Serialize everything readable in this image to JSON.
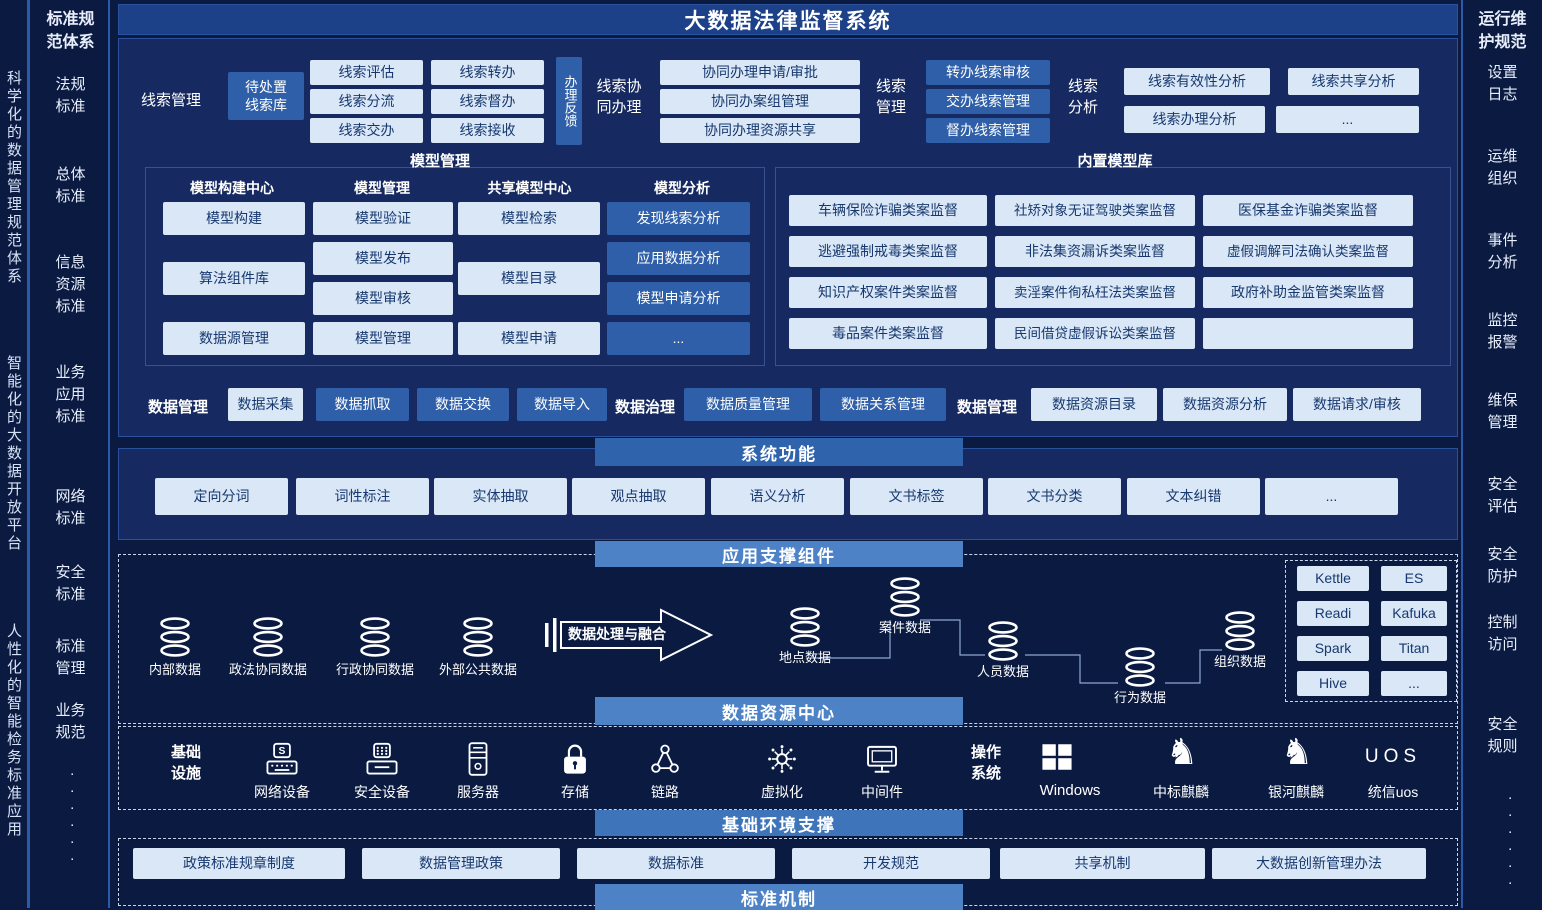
{
  "colors": {
    "page_bg": "#0a1a41",
    "panel_bg": "#162a61",
    "light_box": "#d9e7f6",
    "blue_box": "#2e5fa8",
    "section_header": "#4d83c6",
    "title_bar": "#1d4189"
  },
  "title": "大数据法律监督系统",
  "left_strip": {
    "phrases": [
      "科学化的数据管理规范体系",
      "智能化的大数据开放平台",
      "人性化的智能检务标准应用"
    ]
  },
  "standards_col": {
    "header": "标准规\n范体系",
    "items": [
      "法规\n标准",
      "总体\n标准",
      "信息\n资源\n标准",
      "业务\n应用\n标准",
      "网络\n标准",
      "安全\n标准",
      "标准\n管理",
      "业务\n规范",
      "......"
    ]
  },
  "ops_col": {
    "header": "运行维\n护规范",
    "items": [
      "设置\n日志",
      "运维\n组织",
      "事件\n分析",
      "监控\n报警",
      "维保\n管理",
      "安全\n评估",
      "安全\n防护",
      "控制\n访问",
      "安全\n规则",
      "......"
    ]
  },
  "clue": {
    "group1_label": "线索管理",
    "pending": "待处置\n线索库",
    "col1": [
      "线索评估",
      "线索分流",
      "线索交办"
    ],
    "col2": [
      "线索转办",
      "线索督办",
      "线索接收"
    ],
    "feedback": "办理反馈",
    "group2_label": "线索协\n同办理",
    "col3": [
      "协同办理申请/审批",
      "协同办案组管理",
      "协同办理资源共享"
    ],
    "group3_label": "线索\n管理",
    "col4": [
      "转办线索审核",
      "交办线索管理",
      "督办线索管理"
    ],
    "group4_label": "线索\n分析",
    "analysis": [
      "线索有效性分析",
      "线索共享分析",
      "线索办理分析",
      "..."
    ]
  },
  "model": {
    "title": "模型管理",
    "col_headers": [
      "模型构建中心",
      "模型管理",
      "共享模型中心",
      "模型分析"
    ],
    "build": [
      "模型构建",
      "算法组件库",
      "数据源管理"
    ],
    "manage": [
      "模型验证",
      "模型发布",
      "模型审核",
      "模型管理"
    ],
    "share": [
      "模型检索",
      "模型目录",
      "模型申请"
    ],
    "analysis": [
      "发现线索分析",
      "应用数据分析",
      "模型申请分析",
      "..."
    ]
  },
  "model_lib": {
    "title": "内置模型库",
    "items": [
      "车辆保险诈骗类案监督",
      "社矫对象无证驾驶类案监督",
      "医保基金诈骗类案监督",
      "逃避强制戒毒类案监督",
      "非法集资漏诉类案监督",
      "虚假调解司法确认类案监督",
      "知识产权案件类案监督",
      "卖淫案件徇私枉法类案监督",
      "政府补助金监管类案监督",
      "毒品案件类案监督",
      "民间借贷虚假诉讼类案监督"
    ],
    "empty_cell": ""
  },
  "data_mgmt": {
    "label1": "数据管理",
    "capture": "数据采集",
    "blue1": [
      "数据抓取",
      "数据交换",
      "数据导入"
    ],
    "label2": "数据治理",
    "blue2": [
      "数据质量管理",
      "数据关系管理"
    ],
    "label3": "数据管理",
    "light": [
      "数据资源目录",
      "数据资源分析",
      "数据请求/审核"
    ]
  },
  "system_functions": {
    "header": "系统功能",
    "items": [
      "定向分词",
      "词性标注",
      "实体抽取",
      "观点抽取",
      "语义分析",
      "文书标签",
      "文书分类",
      "文本纠错",
      "..."
    ]
  },
  "app_support": {
    "header": "应用支撑组件",
    "sources": [
      "内部数据",
      "政法协同数据",
      "行政协同数据",
      "外部公共数据"
    ],
    "arrow_label": "数据处理与融合",
    "targets": [
      "地点数据",
      "案件数据",
      "人员数据",
      "行为数据",
      "组织数据"
    ],
    "components": [
      "Kettle",
      "ES",
      "Readi",
      "Kafuka",
      "Spark",
      "Titan",
      "Hive",
      "..."
    ]
  },
  "data_center_header": "数据资源中心",
  "infra": {
    "infra_label": "基础\n设施",
    "devices": [
      "网络设备",
      "安全设备",
      "服务器",
      "存储",
      "链路",
      "虚拟化",
      "中间件"
    ],
    "os_label": "操作\n系统",
    "windows_label": "Windows",
    "kylin1_label": "中标麒麟",
    "kylin2_label": "银河麒麟",
    "uos_text": "UOS",
    "uos_label": "统信uos"
  },
  "infra_header": "基础环境支撑",
  "policies": [
    "政策标准规章制度",
    "数据管理政策",
    "数据标准",
    "开发规范",
    "共享机制",
    "大数据创新管理办法"
  ],
  "mechanism_header": "标准机制",
  "icons": {
    "kylin_glyph": "♞",
    "database": "cylinder-stack",
    "arrow": "right-arrow"
  }
}
